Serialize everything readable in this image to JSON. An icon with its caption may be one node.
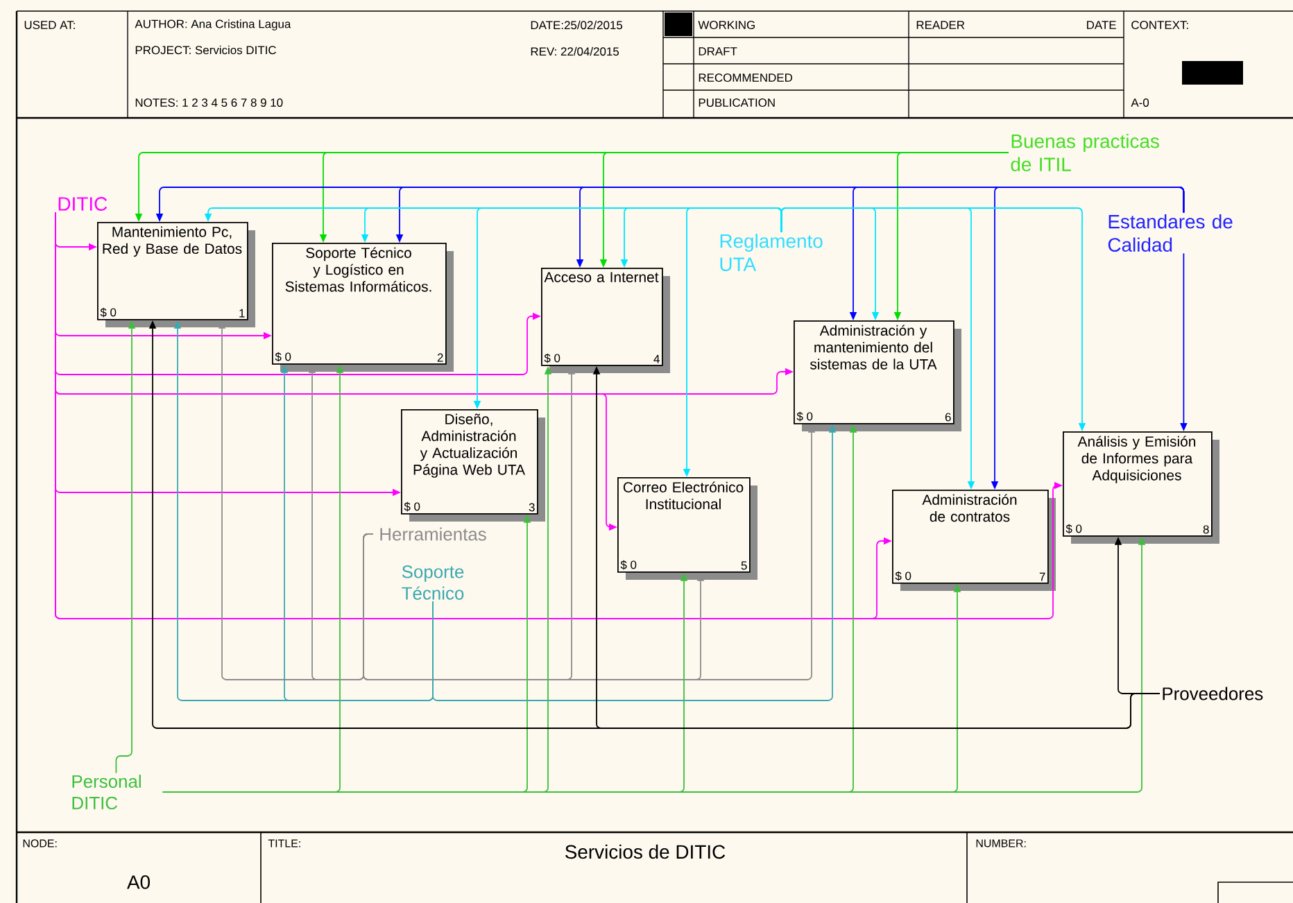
{
  "diagram": {
    "title": "Servicios de DITIC",
    "nodes": [
      {
        "text": [
          "Mantenimiento Pc, Red y Base de Datos",
          "$ 0",
          "1"
        ]
      },
      {
        "text": [
          "Soporte Técnico y Logístico en Sistemas Informáticos.",
          "$ 0",
          "2"
        ]
      },
      {
        "text": [
          "Diseño, Administración y Actualización Página Web UTA",
          "$ 0",
          "3"
        ]
      },
      {
        "text": [
          "Acceso a Internet",
          "$ 0",
          "4"
        ]
      },
      {
        "text": [
          "Correo Electrónico Institucional",
          "$ 0",
          "5"
        ]
      },
      {
        "text": [
          "Administración y mantenimiento del sistemas de la UTA",
          "$ 0",
          "6"
        ]
      },
      {
        "text": [
          "Administración de contratos",
          "$ 0",
          "7"
        ]
      },
      {
        "text": [
          "Análisis y Emisión de Informes para Adquisiciones",
          "$ 0",
          "8"
        ]
      },
      {
        "text": [
          "DITIC"
        ]
      },
      {
        "text": [
          "Buenas practicas de ITIL"
        ]
      },
      {
        "text": [
          "Reglamento UTA"
        ]
      },
      {
        "text": [
          "Estandares de Calidad"
        ]
      },
      {
        "text": [
          "Herramientas"
        ]
      },
      {
        "text": [
          "Soporte Técnico"
        ]
      },
      {
        "text": [
          "Personal DITIC"
        ]
      },
      {
        "text": [
          "Proveedores"
        ]
      }
    ],
    "edges": [
      {
        "from": 8,
        "to": 0,
        "arrow": "to",
        "color": "#ff00ff"
      },
      {
        "from": 8,
        "to": 1,
        "arrow": "to",
        "color": "#ff00ff"
      },
      {
        "from": 8,
        "to": 3,
        "arrow": "to",
        "color": "#ff00ff"
      },
      {
        "from": 8,
        "to": 2,
        "arrow": "to",
        "color": "#ff00ff"
      },
      {
        "from": 8,
        "to": 4,
        "arrow": "to",
        "color": "#ff00ff"
      },
      {
        "from": 8,
        "to": 5,
        "arrow": "to",
        "color": "#ff00ff"
      },
      {
        "from": 8,
        "to": 6,
        "arrow": "to",
        "color": "#ff00ff"
      },
      {
        "from": 8,
        "to": 7,
        "arrow": "to",
        "color": "#ff00ff"
      },
      {
        "from": 9,
        "to": 0,
        "arrow": "to",
        "color": "#00dd00"
      },
      {
        "from": 9,
        "to": 1,
        "arrow": "to",
        "color": "#00dd00"
      },
      {
        "from": 9,
        "to": 3,
        "arrow": "to",
        "color": "#00dd00"
      },
      {
        "from": 9,
        "to": 5,
        "arrow": "to",
        "color": "#00dd00"
      },
      {
        "from": 11,
        "to": 0,
        "arrow": "to",
        "color": "#0000ff"
      },
      {
        "from": 11,
        "to": 1,
        "arrow": "to",
        "color": "#0000ff"
      },
      {
        "from": 11,
        "to": 3,
        "arrow": "to",
        "color": "#0000ff"
      },
      {
        "from": 11,
        "to": 5,
        "arrow": "to",
        "color": "#0000ff"
      },
      {
        "from": 11,
        "to": 6,
        "arrow": "to",
        "color": "#0000ff"
      },
      {
        "from": 11,
        "to": 7,
        "arrow": "to",
        "color": "#0000ff"
      },
      {
        "from": 10,
        "to": 0,
        "arrow": "to",
        "color": "#00e5ff"
      },
      {
        "from": 10,
        "to": 1,
        "arrow": "to",
        "color": "#00e5ff"
      },
      {
        "from": 10,
        "to": 2,
        "arrow": "to",
        "color": "#00e5ff"
      },
      {
        "from": 10,
        "to": 3,
        "arrow": "to",
        "color": "#00e5ff"
      },
      {
        "from": 10,
        "to": 4,
        "arrow": "to",
        "color": "#00e5ff"
      },
      {
        "from": 10,
        "to": 5,
        "arrow": "to",
        "color": "#00e5ff"
      },
      {
        "from": 10,
        "to": 6,
        "arrow": "to",
        "color": "#00e5ff"
      },
      {
        "from": 10,
        "to": 7,
        "arrow": "to",
        "color": "#00e5ff"
      },
      {
        "from": 12,
        "to": 0,
        "arrow": "to",
        "color": "#8c8c8c"
      },
      {
        "from": 12,
        "to": 1,
        "arrow": "to",
        "color": "#8c8c8c"
      },
      {
        "from": 12,
        "to": 3,
        "arrow": "to",
        "color": "#8c8c8c"
      },
      {
        "from": 12,
        "to": 4,
        "arrow": "to",
        "color": "#8c8c8c"
      },
      {
        "from": 12,
        "to": 5,
        "arrow": "to",
        "color": "#8c8c8c"
      },
      {
        "from": 13,
        "to": 0,
        "arrow": "to",
        "color": "#3aa8b0"
      },
      {
        "from": 13,
        "to": 1,
        "arrow": "to",
        "color": "#3aa8b0"
      },
      {
        "from": 13,
        "to": 5,
        "arrow": "to",
        "color": "#3aa8b0"
      },
      {
        "from": 14,
        "to": 0,
        "arrow": "to",
        "color": "#3cbf3c"
      },
      {
        "from": 14,
        "to": 1,
        "arrow": "to",
        "color": "#3cbf3c"
      },
      {
        "from": 14,
        "to": 2,
        "arrow": "to",
        "color": "#3cbf3c"
      },
      {
        "from": 14,
        "to": 3,
        "arrow": "to",
        "color": "#3cbf3c"
      },
      {
        "from": 14,
        "to": 4,
        "arrow": "to",
        "color": "#3cbf3c"
      },
      {
        "from": 14,
        "to": 5,
        "arrow": "to",
        "color": "#3cbf3c"
      },
      {
        "from": 14,
        "to": 6,
        "arrow": "to",
        "color": "#3cbf3c"
      },
      {
        "from": 14,
        "to": 7,
        "arrow": "to",
        "color": "#3cbf3c"
      },
      {
        "from": 15,
        "to": 0,
        "arrow": "to",
        "color": "#000000"
      },
      {
        "from": 15,
        "to": 3,
        "arrow": "to",
        "color": "#000000"
      },
      {
        "from": 15,
        "to": 7,
        "arrow": "to",
        "color": "#000000"
      }
    ],
    "labels": [
      "USED AT:",
      "AUTHOR:  Ana Cristina Lagua",
      "DATE:25/02/2015",
      "WORKING",
      "READER",
      "DATE",
      "CONTEXT:",
      "PROJECT:  Servicios DITIC",
      "REV:  22/04/2015",
      "DRAFT",
      "RECOMMENDED",
      "NOTES:  1  2  3  4  5  6  7  8  9  10",
      "PUBLICATION",
      "A-0",
      "NODE:",
      "A0",
      "TITLE:",
      "NUMBER:"
    ]
  }
}
